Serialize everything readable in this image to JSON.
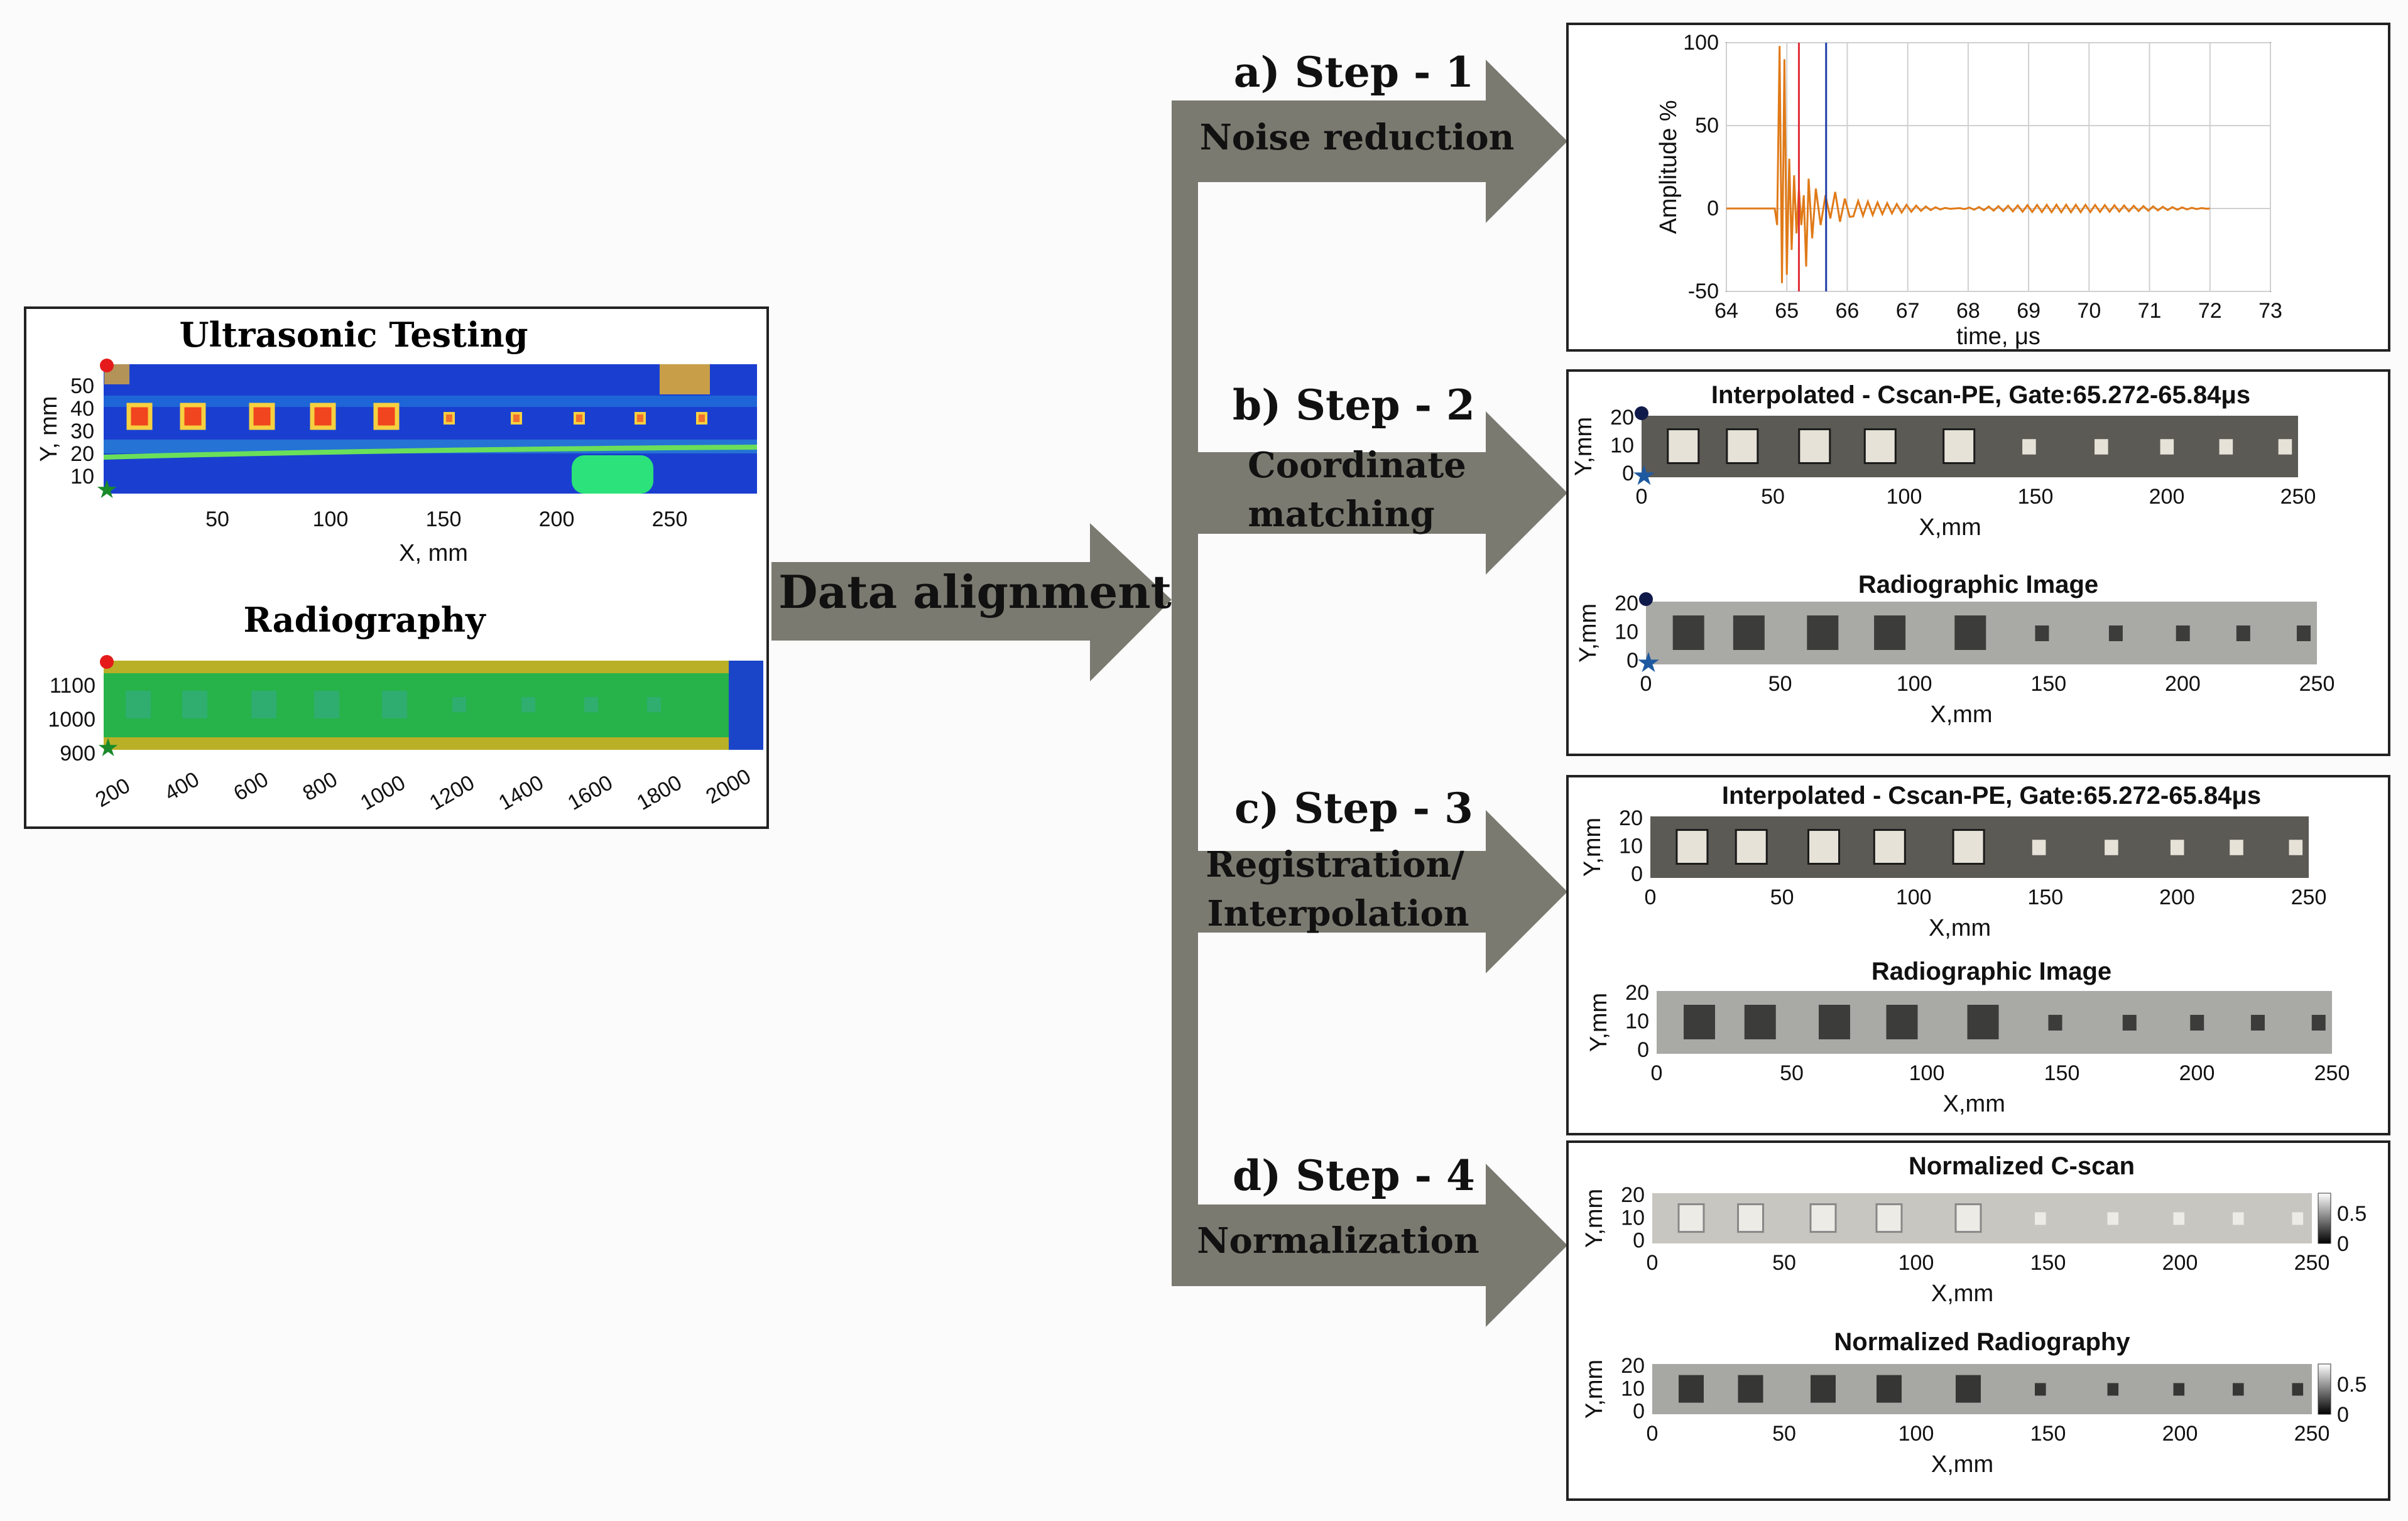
{
  "left_panel": {
    "ut": {
      "title": "Ultrasonic Testing",
      "ylabel": "Y, mm",
      "xlabel": "X, mm",
      "yticks": [
        "50",
        "40",
        "30",
        "20",
        "10"
      ],
      "xticks": [
        "50",
        "100",
        "150",
        "200",
        "250"
      ]
    },
    "rt": {
      "title": "Radiography",
      "yticks": [
        "1100",
        "1000",
        "900"
      ],
      "xticks": [
        "200",
        "400",
        "600",
        "800",
        "1000",
        "1200",
        "1400",
        "1600",
        "1800",
        "2000"
      ]
    }
  },
  "center_arrow": {
    "label": "Data alignment"
  },
  "steps": [
    {
      "title": "a) Step - 1",
      "lines": [
        "Noise reduction"
      ]
    },
    {
      "title": "b) Step - 2",
      "lines": [
        "Coordinate",
        "matching"
      ]
    },
    {
      "title": "c) Step - 3",
      "lines": [
        "Registration/",
        "Interpolation"
      ]
    },
    {
      "title": "d) Step - 4",
      "lines": [
        "Normalization"
      ]
    }
  ],
  "signal_plot": {
    "ylabel": "Amplitude %",
    "xlabel": "time, μs",
    "yticks": [
      "100",
      "50",
      "0",
      "-50"
    ],
    "xticks": [
      "64",
      "65",
      "66",
      "67",
      "68",
      "69",
      "70",
      "71",
      "72",
      "73"
    ],
    "colors": {
      "signal": "#e07a18",
      "gate_start": "#e0303a",
      "gate_end": "#1f3fa8"
    }
  },
  "images": {
    "cscan_title": "Interpolated - Cscan-PE, Gate:65.272-65.84μs",
    "radio_title": "Radiographic Image",
    "norm_cscan_title": "Normalized C-scan",
    "norm_radio_title": "Normalized Radiography",
    "ylabel": "Y,mm",
    "xlabel": "X,mm",
    "yticks": [
      "20",
      "10",
      "0"
    ],
    "xticks": [
      "0",
      "50",
      "100",
      "150",
      "200",
      "250"
    ],
    "colorbar_ticks": [
      "0.5",
      "0"
    ]
  },
  "colors": {
    "arrow": "#7b7a70",
    "ut_bg": "#1a3fd0",
    "rt_bg": "#27b24a",
    "rt_band": "#b9b027"
  }
}
